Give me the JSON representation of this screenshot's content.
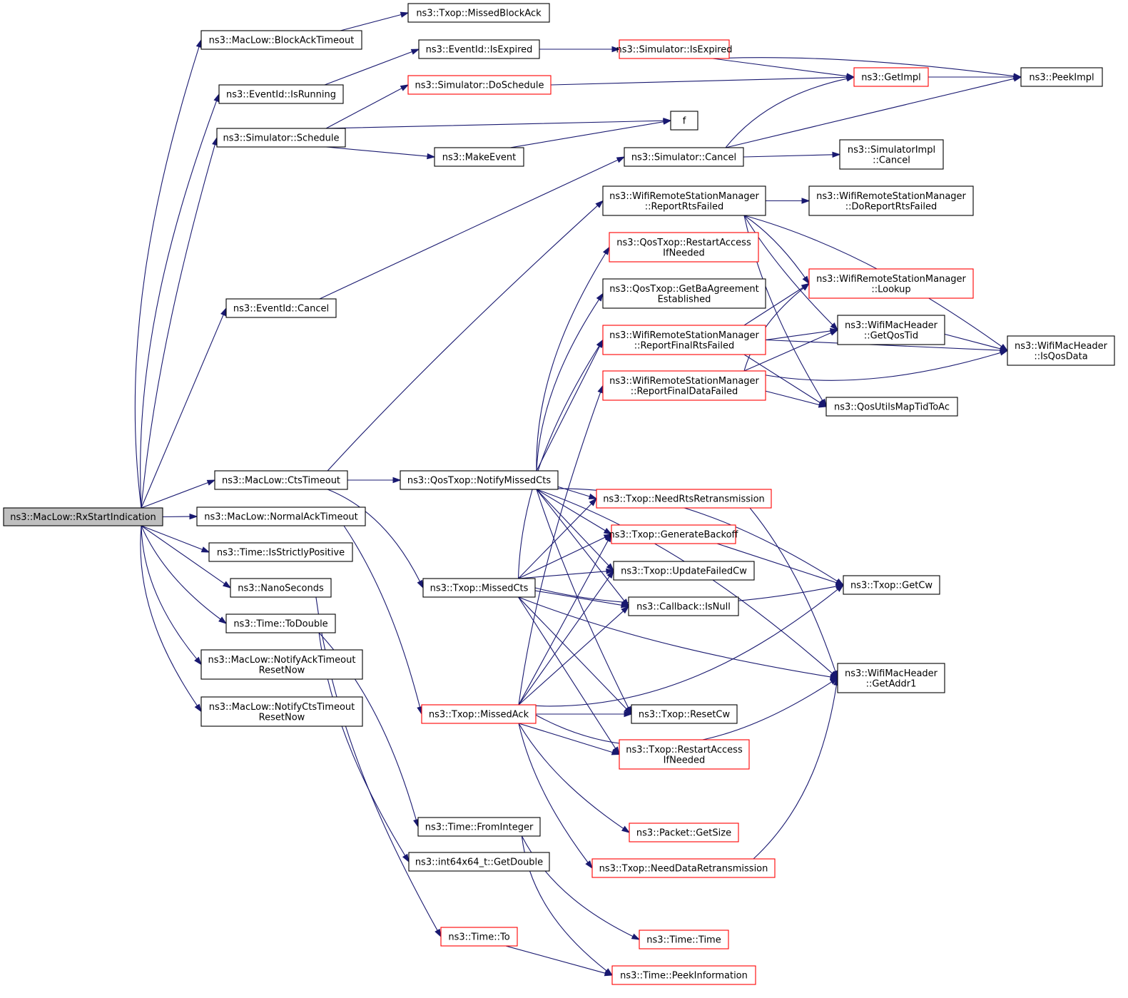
{
  "nodes": [
    {
      "id": "rx",
      "label": [
        "ns3::MacLow::RxStartIndication"
      ],
      "style": "root"
    },
    {
      "id": "bat",
      "label": [
        "ns3::MacLow::BlockAckTimeout"
      ],
      "style": "normal"
    },
    {
      "id": "mba",
      "label": [
        "ns3::Txop::MissedBlockAck"
      ],
      "style": "normal"
    },
    {
      "id": "eie",
      "label": [
        "ns3::EventId::IsExpired"
      ],
      "style": "normal"
    },
    {
      "id": "sie",
      "label": [
        "ns3::Simulator::IsExpired"
      ],
      "style": "red"
    },
    {
      "id": "eir",
      "label": [
        "ns3::EventId::IsRunning"
      ],
      "style": "normal"
    },
    {
      "id": "sds",
      "label": [
        "ns3::Simulator::DoSchedule"
      ],
      "style": "red"
    },
    {
      "id": "gi",
      "label": [
        "ns3::GetImpl"
      ],
      "style": "red"
    },
    {
      "id": "pi",
      "label": [
        "ns3::PeekImpl"
      ],
      "style": "normal"
    },
    {
      "id": "ss",
      "label": [
        "ns3::Simulator::Schedule"
      ],
      "style": "normal"
    },
    {
      "id": "f",
      "label": [
        "f"
      ],
      "style": "normal"
    },
    {
      "id": "me",
      "label": [
        "ns3::MakeEvent"
      ],
      "style": "normal"
    },
    {
      "id": "sc",
      "label": [
        "ns3::Simulator::Cancel"
      ],
      "style": "normal"
    },
    {
      "id": "sic",
      "label": [
        "ns3::SimulatorImpl",
        "::Cancel"
      ],
      "style": "normal"
    },
    {
      "id": "wrrf",
      "label": [
        "ns3::WifiRemoteStationManager",
        "::ReportRtsFailed"
      ],
      "style": "normal"
    },
    {
      "id": "wdrf",
      "label": [
        "ns3::WifiRemoteStationManager",
        "::DoReportRtsFailed"
      ],
      "style": "normal"
    },
    {
      "id": "qra",
      "label": [
        "ns3::QosTxop::RestartAccess",
        "IfNeeded"
      ],
      "style": "red"
    },
    {
      "id": "wlk",
      "label": [
        "ns3::WifiRemoteStationManager",
        "::Lookup"
      ],
      "style": "red"
    },
    {
      "id": "qgb",
      "label": [
        "ns3::QosTxop::GetBaAgreement",
        "Established"
      ],
      "style": "normal"
    },
    {
      "id": "eic",
      "label": [
        "ns3::EventId::Cancel"
      ],
      "style": "normal"
    },
    {
      "id": "wfrf",
      "label": [
        "ns3::WifiRemoteStationManager",
        "::ReportFinalRtsFailed"
      ],
      "style": "red"
    },
    {
      "id": "gqt",
      "label": [
        "ns3::WifiMacHeader",
        "::GetQosTid"
      ],
      "style": "normal"
    },
    {
      "id": "iqd",
      "label": [
        "ns3::WifiMacHeader",
        "::IsQosData"
      ],
      "style": "normal"
    },
    {
      "id": "wfdf",
      "label": [
        "ns3::WifiRemoteStationManager",
        "::ReportFinalDataFailed"
      ],
      "style": "red"
    },
    {
      "id": "qum",
      "label": [
        "ns3::QosUtilsMapTidToAc"
      ],
      "style": "normal"
    },
    {
      "id": "mct",
      "label": [
        "ns3::MacLow::CtsTimeout"
      ],
      "style": "normal"
    },
    {
      "id": "qnm",
      "label": [
        "ns3::QosTxop::NotifyMissedCts"
      ],
      "style": "normal"
    },
    {
      "id": "tnr",
      "label": [
        "ns3::Txop::NeedRtsRetransmission"
      ],
      "style": "red"
    },
    {
      "id": "nat",
      "label": [
        "ns3::MacLow::NormalAckTimeout"
      ],
      "style": "normal"
    },
    {
      "id": "tgb",
      "label": [
        "ns3::Txop::GenerateBackoff"
      ],
      "style": "red"
    },
    {
      "id": "tisp",
      "label": [
        "ns3::Time::IsStrictlyPositive"
      ],
      "style": "normal"
    },
    {
      "id": "tuf",
      "label": [
        "ns3::Txop::UpdateFailedCw"
      ],
      "style": "normal"
    },
    {
      "id": "ns",
      "label": [
        "ns3::NanoSeconds"
      ],
      "style": "normal"
    },
    {
      "id": "tmc",
      "label": [
        "ns3::Txop::MissedCts"
      ],
      "style": "normal"
    },
    {
      "id": "tgc",
      "label": [
        "ns3::Txop::GetCw"
      ],
      "style": "normal"
    },
    {
      "id": "cin",
      "label": [
        "ns3::Callback::IsNull"
      ],
      "style": "normal"
    },
    {
      "id": "ttd",
      "label": [
        "ns3::Time::ToDouble"
      ],
      "style": "normal"
    },
    {
      "id": "nak",
      "label": [
        "ns3::MacLow::NotifyAckTimeout",
        "ResetNow"
      ],
      "style": "normal"
    },
    {
      "id": "ga1",
      "label": [
        "ns3::WifiMacHeader",
        "::GetAddr1"
      ],
      "style": "normal"
    },
    {
      "id": "ncts",
      "label": [
        "ns3::MacLow::NotifyCtsTimeout",
        "ResetNow"
      ],
      "style": "normal"
    },
    {
      "id": "tma",
      "label": [
        "ns3::Txop::MissedAck"
      ],
      "style": "red"
    },
    {
      "id": "trc",
      "label": [
        "ns3::Txop::ResetCw"
      ],
      "style": "normal"
    },
    {
      "id": "tra",
      "label": [
        "ns3::Txop::RestartAccess",
        "IfNeeded"
      ],
      "style": "red"
    },
    {
      "id": "pgs",
      "label": [
        "ns3::Packet::GetSize"
      ],
      "style": "red"
    },
    {
      "id": "tfi",
      "label": [
        "ns3::Time::FromInteger"
      ],
      "style": "normal"
    },
    {
      "id": "gd",
      "label": [
        "ns3::int64x64_t::GetDouble"
      ],
      "style": "normal"
    },
    {
      "id": "tnd",
      "label": [
        "ns3::Txop::NeedDataRetransmission"
      ],
      "style": "red"
    },
    {
      "id": "tto",
      "label": [
        "ns3::Time::To"
      ],
      "style": "red"
    },
    {
      "id": "tt",
      "label": [
        "ns3::Time::Time"
      ],
      "style": "red"
    },
    {
      "id": "tpi",
      "label": [
        "ns3::Time::PeekInformation"
      ],
      "style": "red"
    }
  ],
  "edges": [
    [
      "rx",
      "bat"
    ],
    [
      "rx",
      "eir"
    ],
    [
      "rx",
      "ss"
    ],
    [
      "rx",
      "eic"
    ],
    [
      "rx",
      "mct"
    ],
    [
      "rx",
      "nat"
    ],
    [
      "rx",
      "tisp"
    ],
    [
      "rx",
      "ns"
    ],
    [
      "rx",
      "ttd"
    ],
    [
      "rx",
      "nak"
    ],
    [
      "rx",
      "ncts"
    ],
    [
      "bat",
      "mba"
    ],
    [
      "eir",
      "eie"
    ],
    [
      "eie",
      "sie"
    ],
    [
      "sie",
      "gi"
    ],
    [
      "sie",
      "pi"
    ],
    [
      "gi",
      "pi"
    ],
    [
      "ss",
      "sds"
    ],
    [
      "ss",
      "f"
    ],
    [
      "ss",
      "me"
    ],
    [
      "sds",
      "gi"
    ],
    [
      "me",
      "f"
    ],
    [
      "eic",
      "sc"
    ],
    [
      "sc",
      "gi"
    ],
    [
      "sc",
      "pi"
    ],
    [
      "sc",
      "sic"
    ],
    [
      "mct",
      "wrrf"
    ],
    [
      "mct",
      "qnm"
    ],
    [
      "mct",
      "tmc"
    ],
    [
      "wrrf",
      "wdrf"
    ],
    [
      "wrrf",
      "wlk"
    ],
    [
      "wrrf",
      "gqt"
    ],
    [
      "wrrf",
      "iqd"
    ],
    [
      "wrrf",
      "qum"
    ],
    [
      "wfrf",
      "wlk"
    ],
    [
      "wfrf",
      "gqt"
    ],
    [
      "wfrf",
      "iqd"
    ],
    [
      "wfrf",
      "qum"
    ],
    [
      "wfdf",
      "wlk"
    ],
    [
      "wfdf",
      "gqt"
    ],
    [
      "wfdf",
      "iqd"
    ],
    [
      "wfdf",
      "qum"
    ],
    [
      "gqt",
      "iqd"
    ],
    [
      "qnm",
      "qra"
    ],
    [
      "qnm",
      "qgb"
    ],
    [
      "qnm",
      "wfrf"
    ],
    [
      "qnm",
      "tnr"
    ],
    [
      "qnm",
      "tgb"
    ],
    [
      "qnm",
      "tuf"
    ],
    [
      "qnm",
      "cin"
    ],
    [
      "qnm",
      "tgc"
    ],
    [
      "qnm",
      "ga1"
    ],
    [
      "qnm",
      "trc"
    ],
    [
      "tnr",
      "ga1"
    ],
    [
      "tgb",
      "tgc"
    ],
    [
      "nat",
      "tma"
    ],
    [
      "tmc",
      "wfrf"
    ],
    [
      "tmc",
      "tnr"
    ],
    [
      "tmc",
      "tgb"
    ],
    [
      "tmc",
      "tuf"
    ],
    [
      "tmc",
      "cin"
    ],
    [
      "tmc",
      "tgc"
    ],
    [
      "tmc",
      "ga1"
    ],
    [
      "tmc",
      "trc"
    ],
    [
      "tmc",
      "tra"
    ],
    [
      "tma",
      "wfdf"
    ],
    [
      "tma",
      "tgb"
    ],
    [
      "tma",
      "tuf"
    ],
    [
      "tma",
      "cin"
    ],
    [
      "tma",
      "tgc"
    ],
    [
      "tma",
      "trc"
    ],
    [
      "tma",
      "tra"
    ],
    [
      "tma",
      "pgs"
    ],
    [
      "tma",
      "tnd"
    ],
    [
      "tma",
      "ga1"
    ],
    [
      "tnd",
      "ga1"
    ],
    [
      "ttd",
      "tfi"
    ],
    [
      "ttd",
      "gd"
    ],
    [
      "ns",
      "tto"
    ],
    [
      "tfi",
      "tt"
    ],
    [
      "tfi",
      "tpi"
    ],
    [
      "tto",
      "tpi"
    ]
  ]
}
